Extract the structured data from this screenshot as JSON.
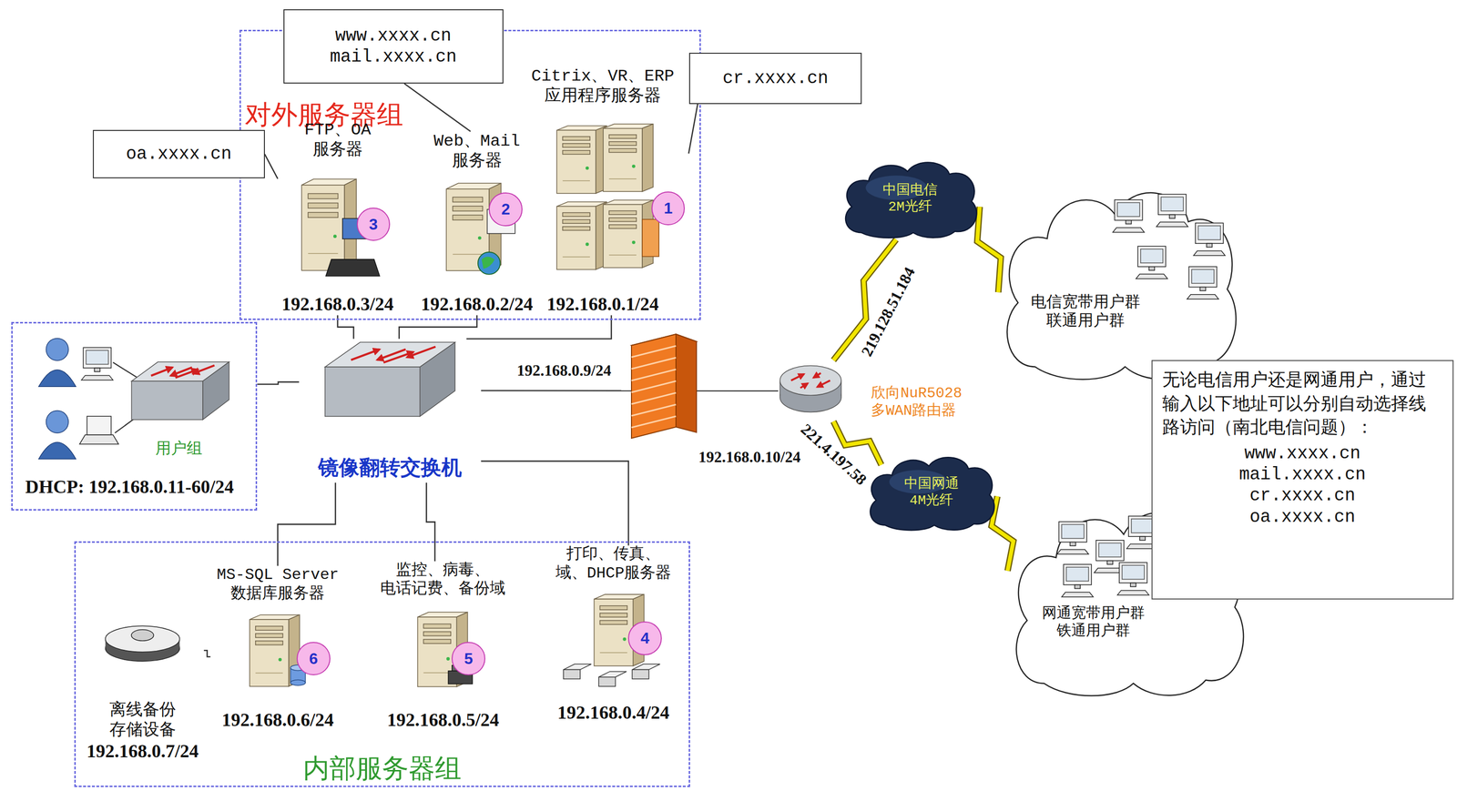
{
  "diagram": {
    "nodes": [
      {
        "text": [
          "对外服务器组"
        ]
      },
      {
        "text": [
          "FTP、OA 服务器",
          "192.168.0.3/24"
        ],
        "in": 0
      },
      {
        "text": [
          "3"
        ],
        "in": 1
      },
      {
        "text": [
          "Web、Mail 服务器",
          "192.168.0.2/24"
        ],
        "in": 0
      },
      {
        "text": [
          "2"
        ],
        "in": 3
      },
      {
        "text": [
          "Citrix、VR、ERP 应用程序服务器",
          "192.168.0.1/24"
        ],
        "in": 0
      },
      {
        "text": [
          "1"
        ],
        "in": 5
      },
      {
        "text": [
          "oa.xxxx.cn"
        ]
      },
      {
        "text": [
          "www.xxxx.cn",
          "mail.xxxx.cn"
        ]
      },
      {
        "text": [
          "cr.xxxx.cn"
        ]
      },
      {
        "text": [
          "用户组",
          "DHCP: 192.168.0.11-60/24"
        ]
      },
      {
        "text": [
          "镜像翻转交换机"
        ]
      },
      {
        "text": [
          "内部服务器组"
        ]
      },
      {
        "text": [
          "离线备份 存储设备",
          "192.168.0.7/24"
        ],
        "in": 12
      },
      {
        "text": [
          "MS-SQL Server 数据库服务器",
          "192.168.0.6/24"
        ],
        "in": 12
      },
      {
        "text": [
          "6"
        ],
        "in": 14
      },
      {
        "text": [
          "监控、病毒、 电话记费、备份域",
          "192.168.0.5/24"
        ],
        "in": 12
      },
      {
        "text": [
          "5"
        ],
        "in": 16
      },
      {
        "text": [
          "打印、传真、 域、DHCP服务器",
          "192.168.0.4/24"
        ],
        "in": 12
      },
      {
        "text": [
          "4"
        ],
        "in": 18
      },
      {
        "text": [
          "欣向NuR5028 多WAN路由器"
        ]
      },
      {
        "text": [
          "中国电信 2M光纤"
        ]
      },
      {
        "text": [
          "中国网通 4M光纤"
        ]
      },
      {
        "text": [
          "电信宽带用户群 联通用户群"
        ]
      },
      {
        "text": [
          "网通宽带用户群 铁通用户群"
        ]
      },
      {
        "text": [
          "无论电信用户还是网通用户，通过输入以下地址可以分别自动选择线路访问（南北电信问题）：",
          "www.xxxx.cn",
          "mail.xxxx.cn",
          "cr.xxxx.cn",
          "oa.xxxx.cn"
        ]
      }
    ],
    "edges": [
      {
        "from": 11,
        "to": 1,
        "arrow": "none"
      },
      {
        "from": 11,
        "to": 3,
        "arrow": "none"
      },
      {
        "from": 11,
        "to": 5,
        "arrow": "none"
      },
      {
        "from": 11,
        "to": 10,
        "arrow": "none"
      },
      {
        "from": 11,
        "to": 14,
        "arrow": "none"
      },
      {
        "from": 11,
        "to": 16,
        "arrow": "none"
      },
      {
        "from": 11,
        "to": 18,
        "arrow": "none"
      },
      {
        "from": 11,
        "to": 20,
        "arrow": "none",
        "label": "192.168.0.9/24"
      },
      {
        "from": 20,
        "to": 21,
        "arrow": "none",
        "label": "219.128.51.184"
      },
      {
        "from": 20,
        "to": 22,
        "arrow": "none",
        "label": "221.4.197.58"
      },
      {
        "from": 21,
        "to": 23,
        "arrow": "none"
      },
      {
        "from": 22,
        "to": 24,
        "arrow": "none"
      },
      {
        "from": 13,
        "to": 14,
        "arrow": "none"
      },
      {
        "from": 7,
        "to": 1,
        "arrow": "none"
      },
      {
        "from": 8,
        "to": 3,
        "arrow": "none"
      },
      {
        "from": 9,
        "to": 5,
        "arrow": "none"
      }
    ],
    "labels": [
      "192.168.0.10/24"
    ]
  }
}
